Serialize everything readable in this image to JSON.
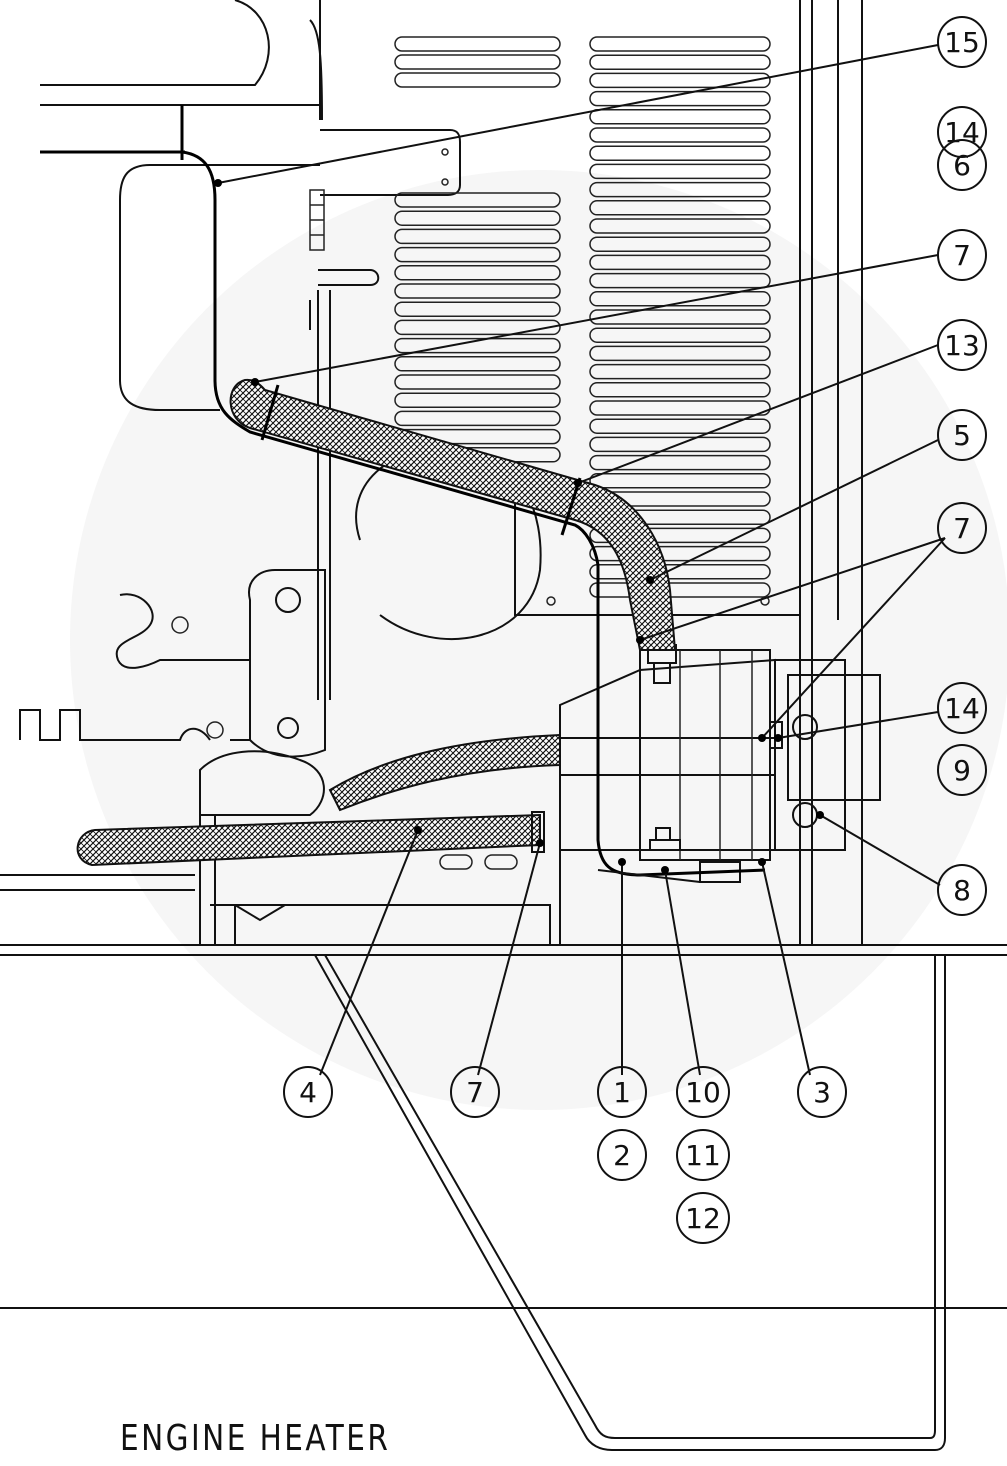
{
  "title": "ENGINE HEATER",
  "callouts": [
    "15",
    "14",
    "6",
    "7",
    "13",
    "5",
    "7",
    "14",
    "9",
    "8",
    "4",
    "7",
    "1",
    "2",
    "10",
    "11",
    "12",
    "3"
  ]
}
